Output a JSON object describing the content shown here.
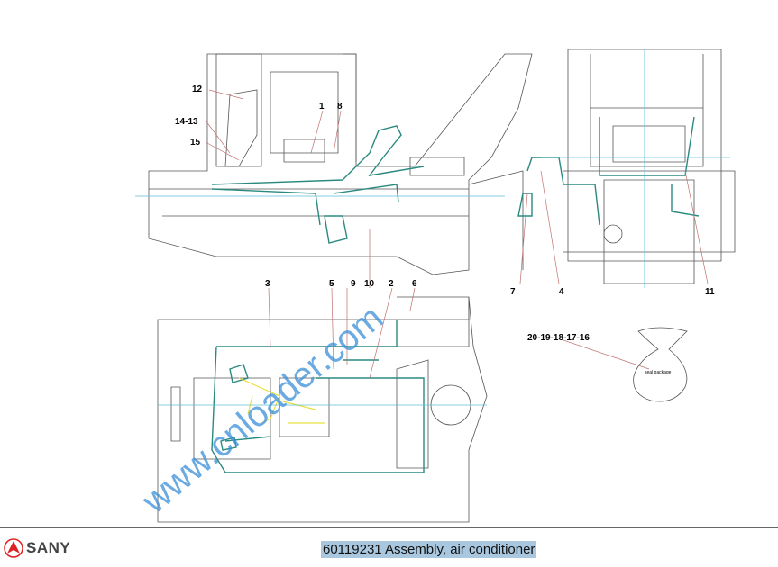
{
  "drawing": {
    "callouts": {
      "c12": "12",
      "c1": "1",
      "c8": "8",
      "c14_13": "14-13",
      "c15": "15",
      "c3": "3",
      "c5": "5",
      "c9": "9",
      "c10": "10",
      "c2": "2",
      "c6": "6",
      "c7": "7",
      "c4": "4",
      "c11": "11",
      "c20_16": "20-19-18-17-16"
    },
    "seal_package_label": "seal package",
    "watermark": "www.cnloader.com"
  },
  "footer": {
    "brand": "SANY",
    "title": "60119231 Assembly, air conditioner"
  },
  "colors": {
    "pipe": "#2a8a80",
    "highlight": "#a9c8e0",
    "brand": "#d22"
  }
}
